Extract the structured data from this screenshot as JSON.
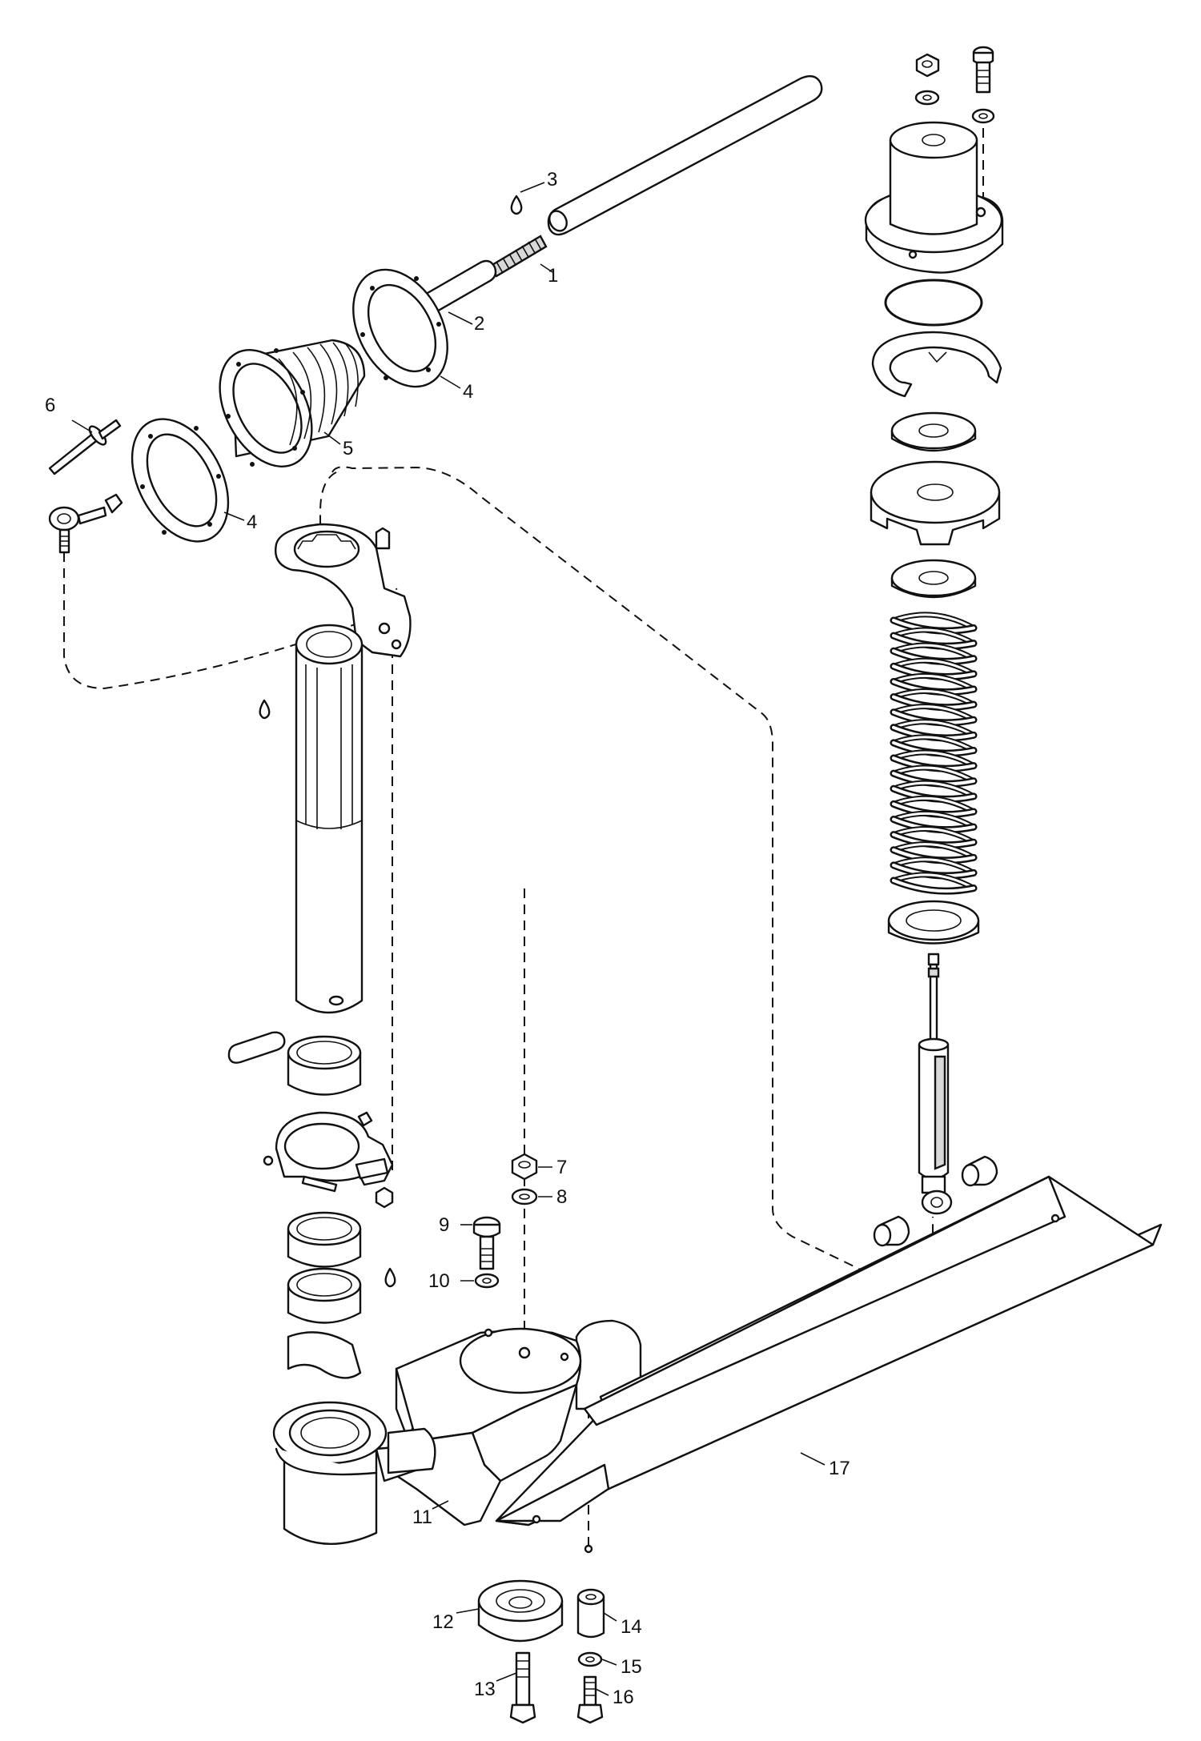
{
  "callouts": {
    "c1": "1",
    "c2": "2",
    "c3": "3",
    "c4a": "4",
    "c4b": "4",
    "c5": "5",
    "c6": "6",
    "c7": "7",
    "c8": "8",
    "c9": "9",
    "c10": "10",
    "c11": "11",
    "c12": "12",
    "c13": "13",
    "c14": "14",
    "c15": "15",
    "c16": "16",
    "c17": "17"
  },
  "icons": {
    "lubricant_drop": "droplet-icon"
  }
}
